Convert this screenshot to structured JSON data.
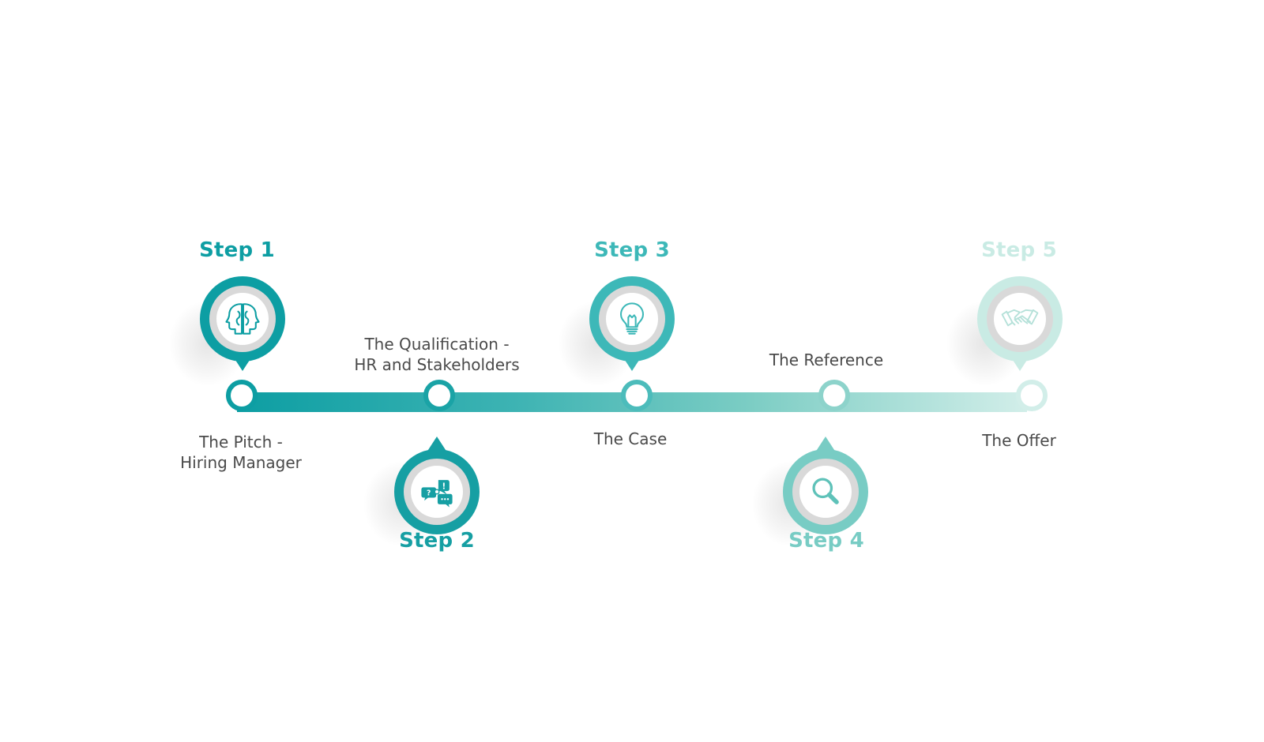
{
  "colors": {
    "step1": "#0d9ea3",
    "step2": "#169fa3",
    "step3": "#3db8b8",
    "step4": "#78ccc4",
    "step5": "#c9ebe4"
  },
  "steps": [
    {
      "label": "Step 1",
      "caption_lines": [
        "The Pitch -",
        "Hiring Manager"
      ],
      "icon": "two-heads-icon"
    },
    {
      "label": "Step 2",
      "caption_lines": [
        "The Qualification -",
        "HR and Stakeholders"
      ],
      "icon": "chat-bubbles-icon"
    },
    {
      "label": "Step 3",
      "caption_lines": [
        "The Case"
      ],
      "icon": "lightbulb-icon"
    },
    {
      "label": "Step 4",
      "caption_lines": [
        "The Reference"
      ],
      "icon": "magnifier-icon"
    },
    {
      "label": "Step 5",
      "caption_lines": [
        "The Offer"
      ],
      "icon": "handshake-icon"
    }
  ]
}
